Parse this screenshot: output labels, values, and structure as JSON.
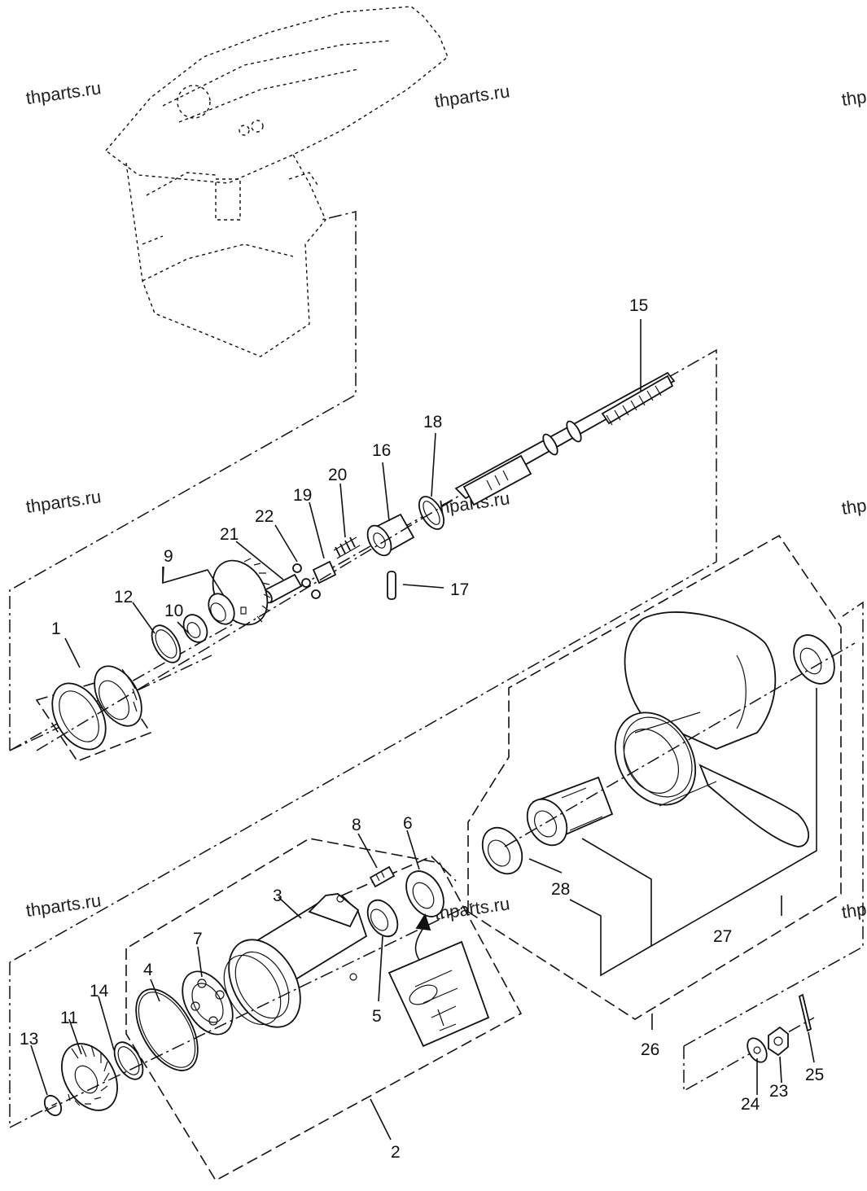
{
  "watermark": "thparts.ru",
  "callouts": {
    "c1": "1",
    "c2": "2",
    "c3": "3",
    "c4": "4",
    "c5": "5",
    "c6": "6",
    "c7": "7",
    "c8": "8",
    "c9": "9",
    "c10": "10",
    "c11": "11",
    "c12": "12",
    "c13": "13",
    "c14": "14",
    "c15": "15",
    "c16": "16",
    "c17": "17",
    "c18": "18",
    "c19": "19",
    "c20": "20",
    "c21": "21",
    "c22": "22",
    "c23": "23",
    "c24": "24",
    "c25": "25",
    "c26": "26",
    "c27": "27",
    "c28": "28"
  }
}
